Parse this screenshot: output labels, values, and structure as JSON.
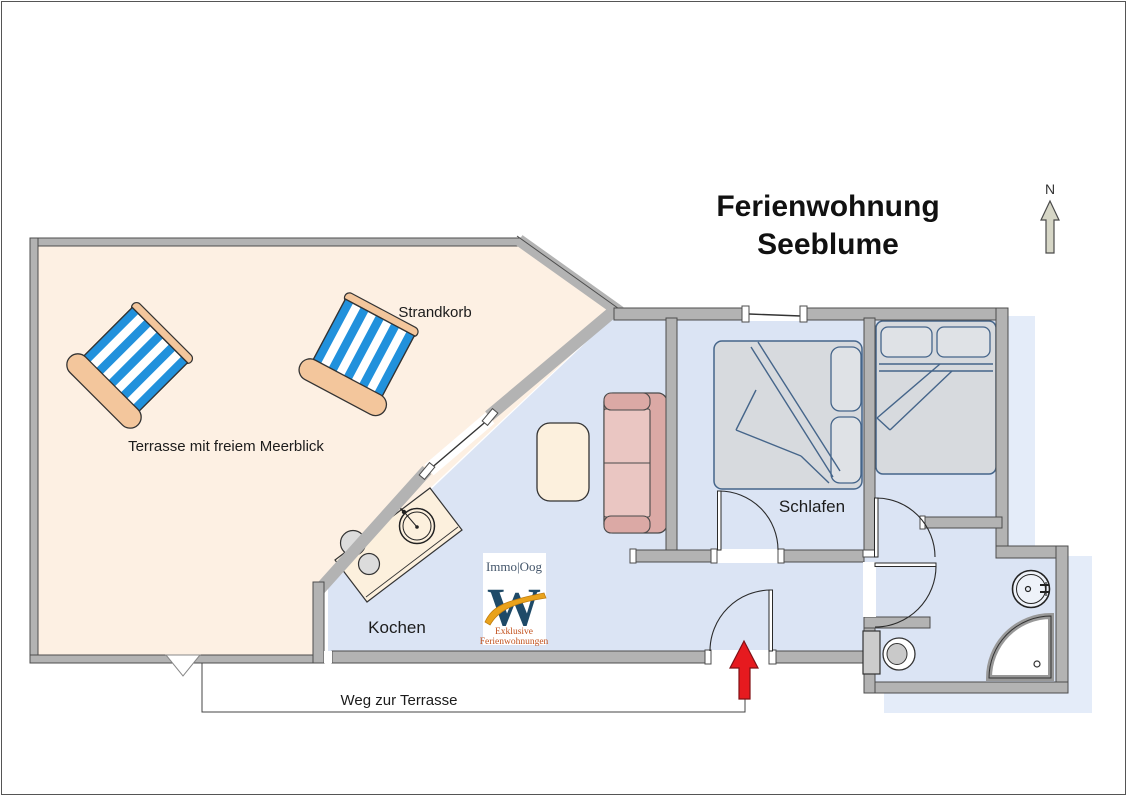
{
  "title": {
    "line1": "Ferienwohnung",
    "line2": "Seeblume"
  },
  "compass": {
    "label": "N"
  },
  "rooms": {
    "terrace_label": "Terrasse mit freiem Meerblick",
    "beach_chair_label": "Strandkorb",
    "kitchen_label": "Kochen",
    "bedroom_label": "Schlafen",
    "path_label": "Weg zur Terrasse"
  },
  "logo": {
    "brand": "Immo|Oog",
    "monogram": "W",
    "tagline1": "Exklusive",
    "tagline2": "Ferienwohnungen"
  },
  "colors": {
    "terrace_floor": "#fdf0e3",
    "apartment_floor": "#dbe4f4",
    "wall_fill": "#b3b3b3",
    "wall_outline": "#4d4d4d",
    "chair_blue": "#2191dc",
    "chair_wood": "#f3c69c",
    "sofa_body": "#dba9a5",
    "sofa_seat": "#eac6c2",
    "table_cream": "#fcf0dd",
    "bed_fill": "#d7dade",
    "bed_outline": "#45658a",
    "entry_arrow_red": "#e61a1f",
    "plan_shadow": "#e4ecf9",
    "north_arrow_fill": "#d6d6c6",
    "logo_blue": "#1e4a68",
    "logo_orange": "#e9a21b",
    "logo_tagline_orange": "#c2511d"
  }
}
